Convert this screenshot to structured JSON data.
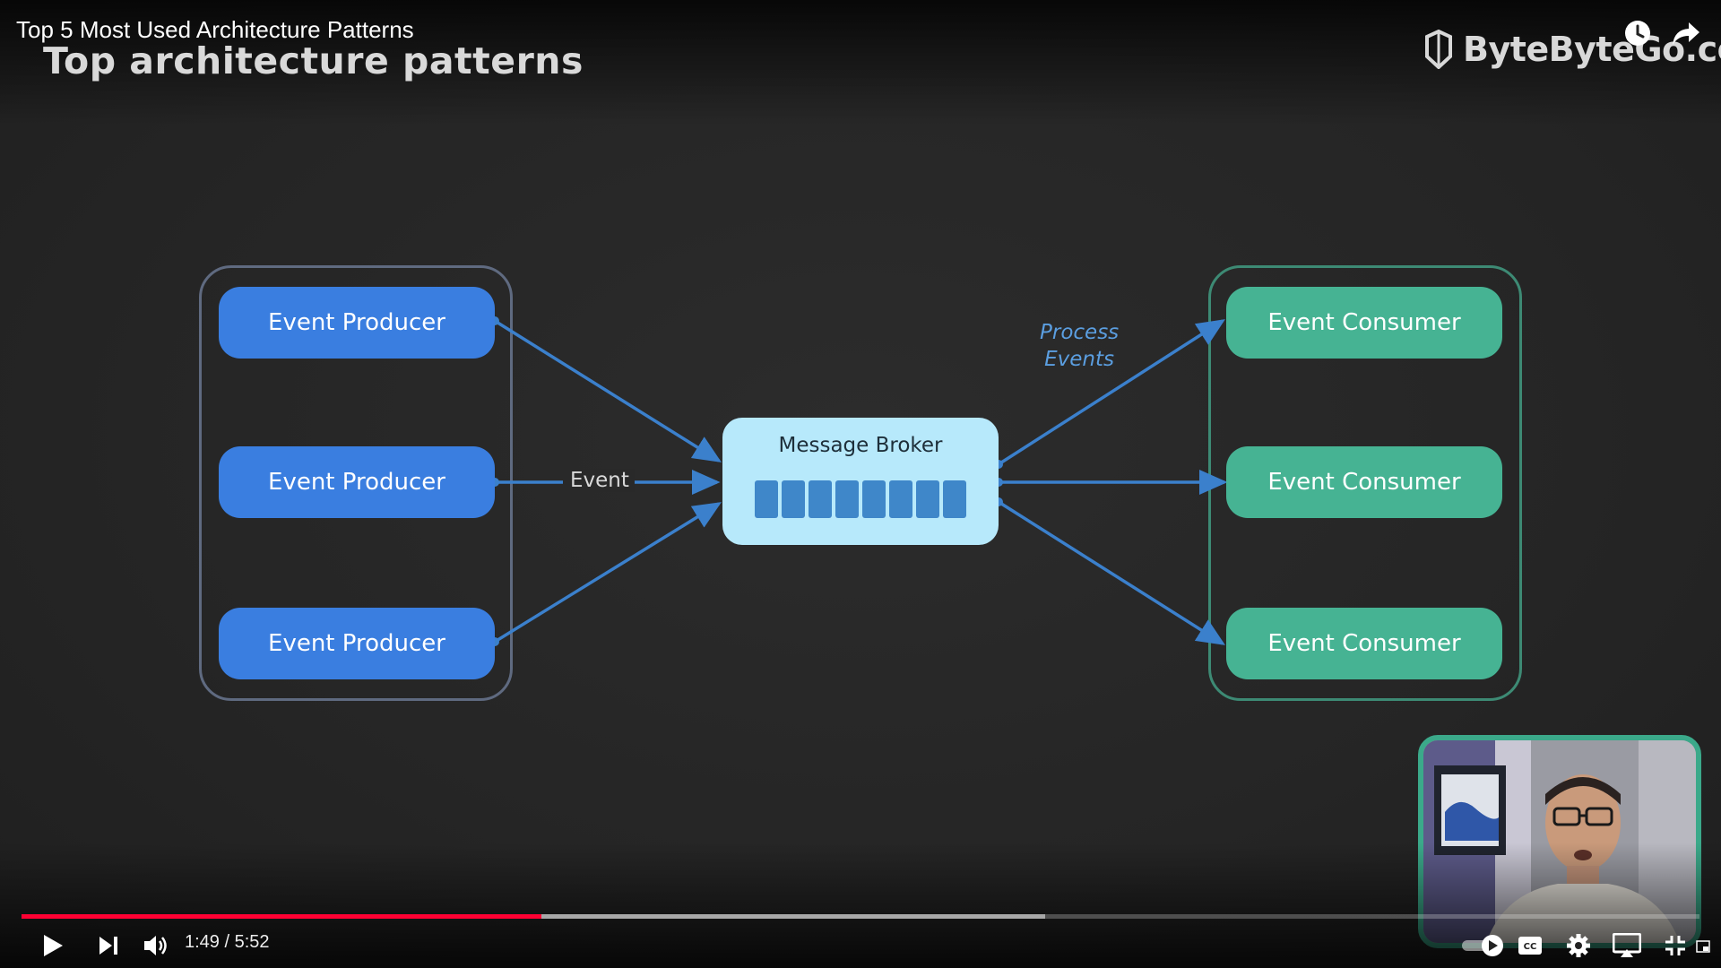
{
  "player": {
    "video_title": "Top 5 Most Used Architecture Patterns",
    "current_time": "1:49",
    "duration": "5:52",
    "time_display": "1:49 / 5:52",
    "progress_fraction": 0.31,
    "buffered_fraction": 0.61,
    "top_icons": [
      "watch-later-icon",
      "share-icon"
    ],
    "control_icons": [
      "play-icon",
      "next-icon",
      "volume-icon",
      "autoplay-toggle",
      "captions-icon",
      "settings-icon",
      "airplay-icon",
      "exit-fullscreen-icon",
      "miniplayer-icon"
    ],
    "colors": {
      "played": "#ff0033"
    }
  },
  "slide": {
    "title": "Top architecture patterns",
    "logo_text": "ByteByteGo.com",
    "producers": [
      "Event Producer",
      "Event Producer",
      "Event Producer"
    ],
    "broker_label": "Message Broker",
    "consumers": [
      "Event Consumer",
      "Event Consumer",
      "Event Consumer"
    ],
    "event_label": "Event",
    "process_label_line1": "Process",
    "process_label_line2": "Events",
    "colors": {
      "producer": "#3a7ee0",
      "consumer": "#46b393",
      "broker": "#b7e9fb",
      "arrow": "#3b80cc"
    }
  }
}
